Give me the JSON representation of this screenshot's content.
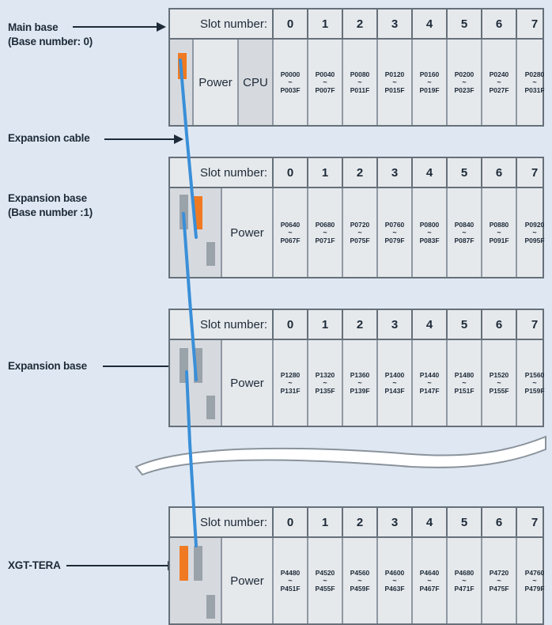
{
  "labels": {
    "main_base_line1": "Main base",
    "main_base_line2": "(Base number: 0)",
    "expansion_cable": "Expansion cable",
    "expansion_base1_line1": "Expansion base",
    "expansion_base1_line2": "(Base number :1)",
    "expansion_base2": "Expansion base",
    "xgt_tera": "XGT-TERA"
  },
  "slot_header": "Slot number:",
  "slot_numbers": [
    "0",
    "1",
    "2",
    "3",
    "4",
    "5",
    "6",
    "7"
  ],
  "module_labels": {
    "power": "Power",
    "cpu": "CPU"
  },
  "tilde": "~",
  "bases": [
    {
      "start": [
        "P0000",
        "P0040",
        "P0080",
        "P0120",
        "P0160",
        "P0200",
        "P0240",
        "P0280"
      ],
      "end": [
        "P003F",
        "P007F",
        "P011F",
        "P015F",
        "P019F",
        "P023F",
        "P027F",
        "P031F"
      ]
    },
    {
      "start": [
        "P0640",
        "P0680",
        "P0720",
        "P0760",
        "P0800",
        "P0840",
        "P0880",
        "P0920"
      ],
      "end": [
        "P067F",
        "P071F",
        "P075F",
        "P079F",
        "P083F",
        "P087F",
        "P091F",
        "P095F"
      ]
    },
    {
      "start": [
        "P1280",
        "P1320",
        "P1360",
        "P1400",
        "P1440",
        "P1480",
        "P1520",
        "P1560"
      ],
      "end": [
        "P131F",
        "P135F",
        "P139F",
        "P143F",
        "P147F",
        "P151F",
        "P155F",
        "P159F"
      ]
    },
    {
      "start": [
        "P4480",
        "P4520",
        "P4560",
        "P4600",
        "P4640",
        "P4680",
        "P4720",
        "P4760"
      ],
      "end": [
        "P451F",
        "P455F",
        "P459F",
        "P463F",
        "P467F",
        "P471F",
        "P475F",
        "P479F"
      ]
    }
  ],
  "colors": {
    "cable": "#3a8fd8",
    "connector_active": "#f07a22",
    "connector_idle": "#9aa2aa",
    "frame": "#66707a",
    "background": "#dfe8f2"
  }
}
